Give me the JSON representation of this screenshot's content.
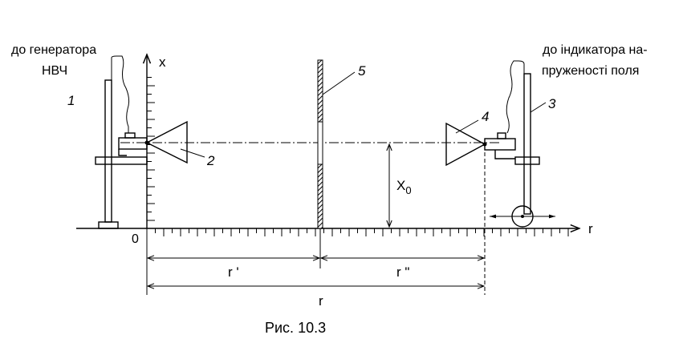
{
  "labels": {
    "generator_line1": "до генератора",
    "generator_line2": "НВЧ",
    "indicator_line1": "до індикатора на-",
    "indicator_line2": "пруженості поля",
    "num1": "1",
    "num2": "2",
    "num3": "3",
    "num4": "4",
    "num5": "5",
    "axis_x": "x",
    "axis_r": "r",
    "origin": "0",
    "x0_main": "X",
    "x0_sub": "0",
    "r_prime": "r '",
    "r_double": "r \"",
    "r_total": "r",
    "caption": "Рис. 10.3"
  }
}
